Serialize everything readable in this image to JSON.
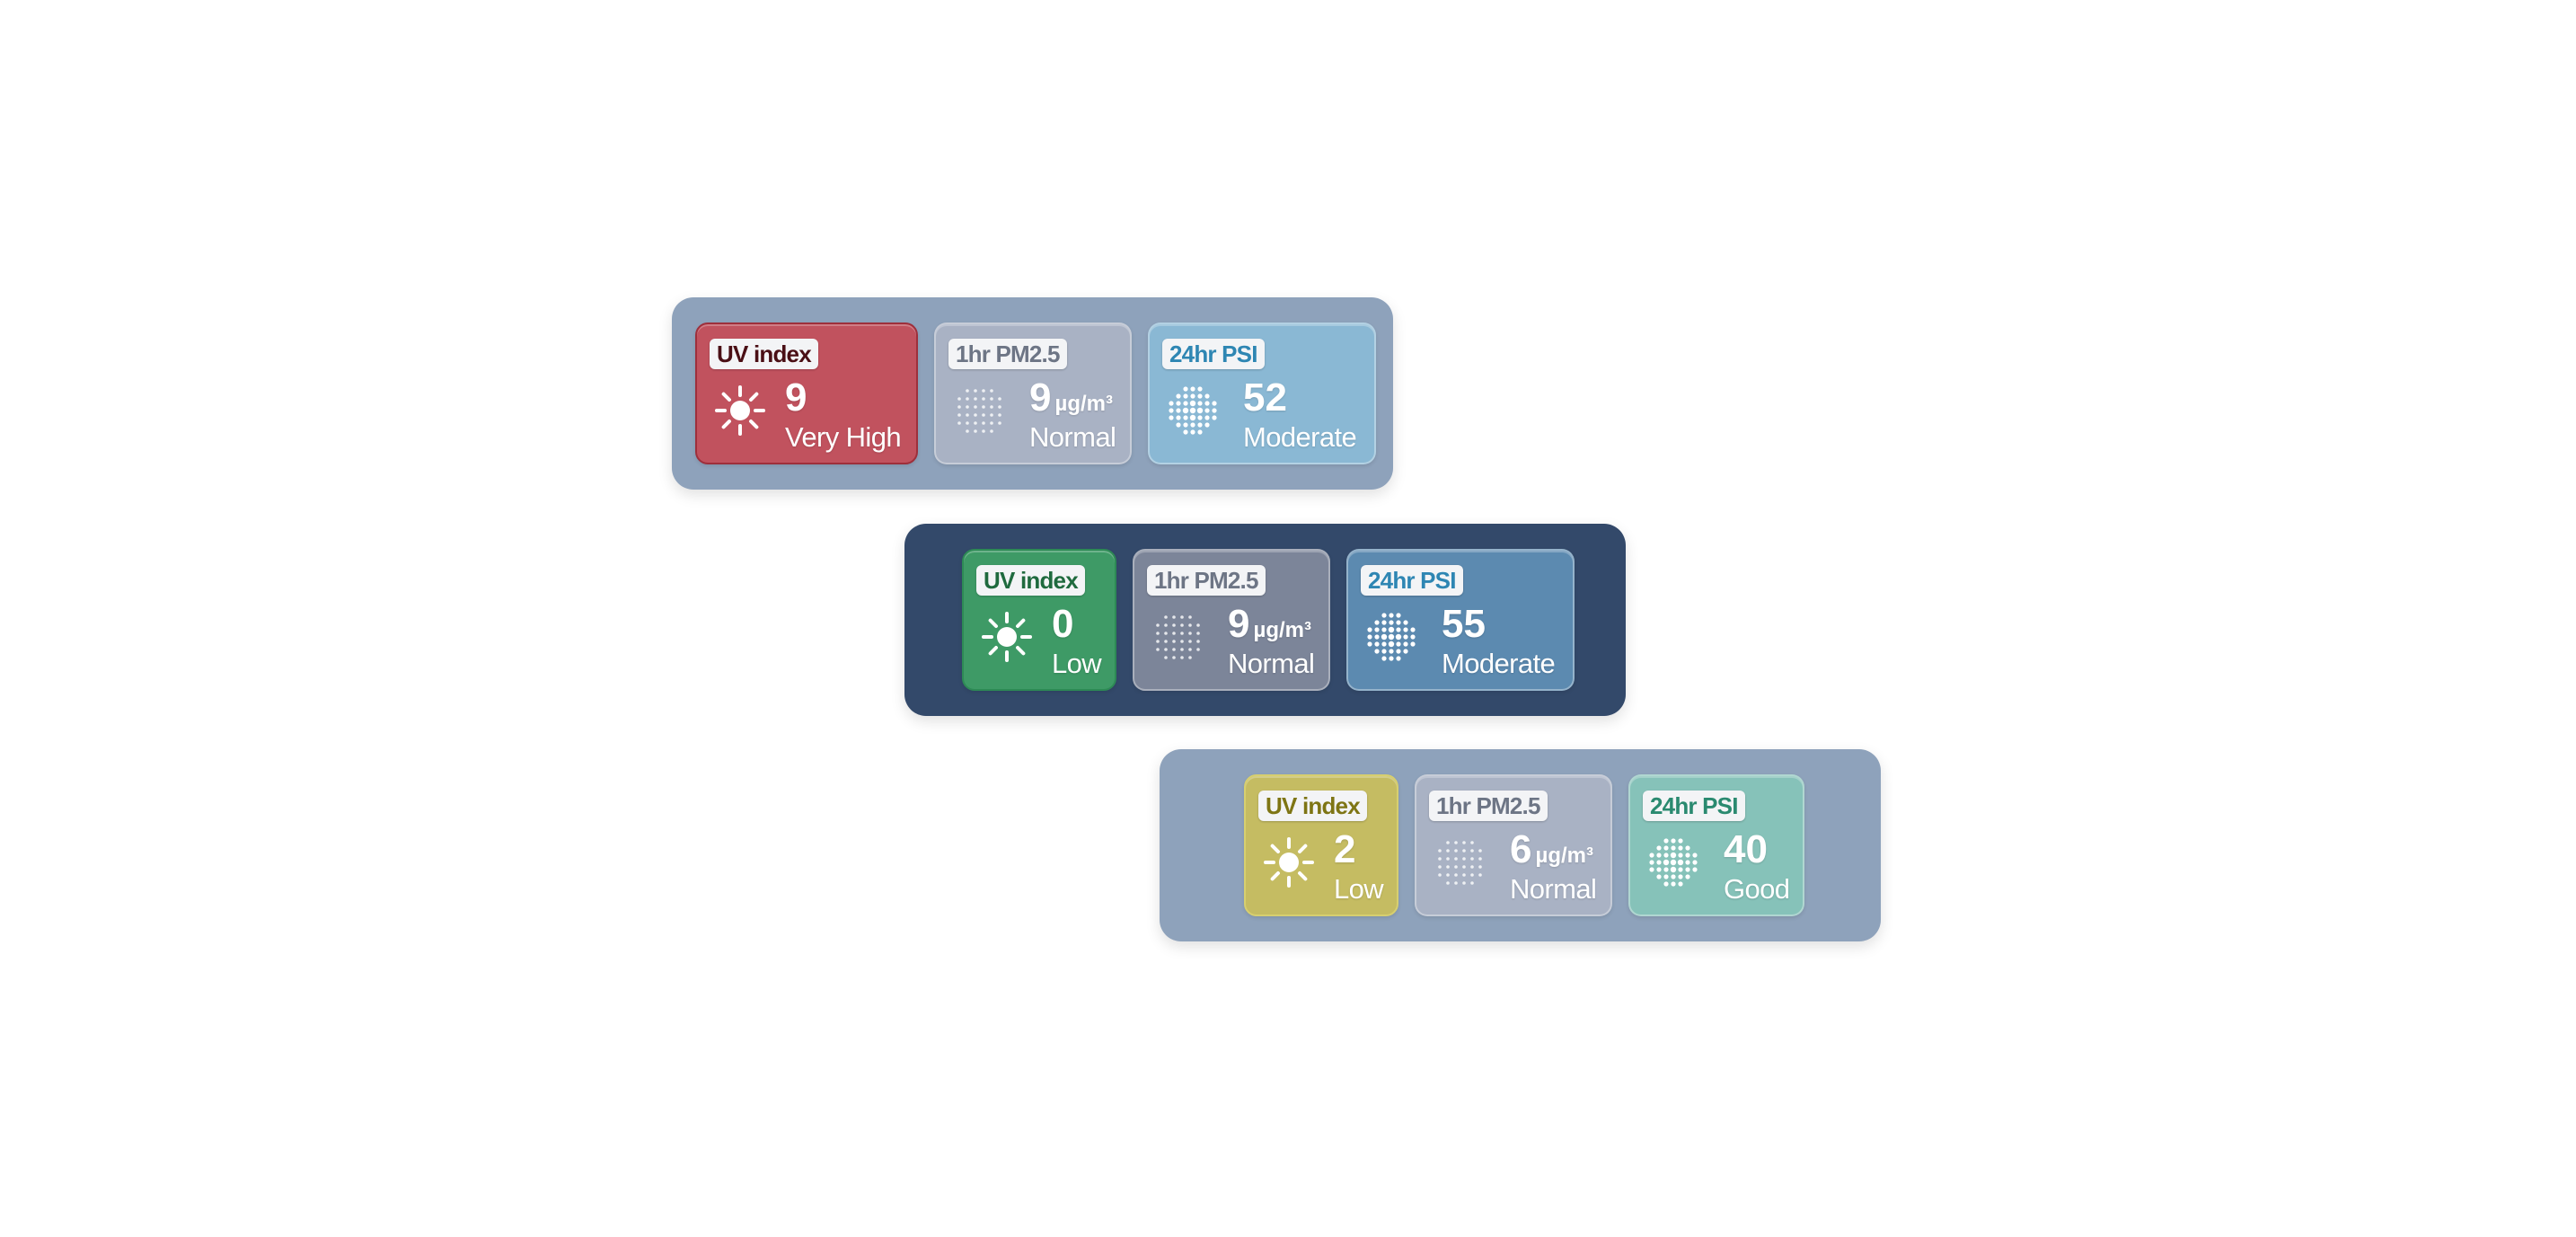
{
  "widgets": [
    {
      "theme": {
        "panel_bg": "#8ea2bb"
      },
      "uv": {
        "label": "UV index",
        "value": "9",
        "status": "Very High",
        "color": "#c1525e",
        "label_color": "#4a0f15"
      },
      "pm25": {
        "label": "1hr PM2.5",
        "value": "9",
        "unit": "µg/m³",
        "status": "Normal",
        "color": "#a9b2c4",
        "label_color": "#6d7585"
      },
      "psi": {
        "label": "24hr PSI",
        "value": "52",
        "status": "Moderate",
        "color": "#8ab8d4",
        "label_color": "#2e86b3"
      }
    },
    {
      "theme": {
        "panel_bg": "#33496a"
      },
      "uv": {
        "label": "UV index",
        "value": "0",
        "status": "Low",
        "color": "#3e9a66",
        "label_color": "#1f6a3e"
      },
      "pm25": {
        "label": "1hr PM2.5",
        "value": "9",
        "unit": "µg/m³",
        "status": "Normal",
        "color": "#7c8599",
        "label_color": "#6d7585"
      },
      "psi": {
        "label": "24hr PSI",
        "value": "55",
        "status": "Moderate",
        "color": "#5c8ab0",
        "label_color": "#2e86b3"
      }
    },
    {
      "theme": {
        "panel_bg": "#8ea2bb"
      },
      "uv": {
        "label": "UV index",
        "value": "2",
        "status": "Low",
        "color": "#c5bc62",
        "label_color": "#7e7514"
      },
      "pm25": {
        "label": "1hr PM2.5",
        "value": "6",
        "unit": "µg/m³",
        "status": "Normal",
        "color": "#a9b2c4",
        "label_color": "#6d7585"
      },
      "psi": {
        "label": "24hr PSI",
        "value": "40",
        "status": "Good",
        "color": "#86c2b9",
        "label_color": "#2a8a70"
      }
    }
  ],
  "icons": {
    "uv": "sun-icon",
    "pm25": "particle-grid-icon",
    "psi": "particle-cluster-icon"
  }
}
